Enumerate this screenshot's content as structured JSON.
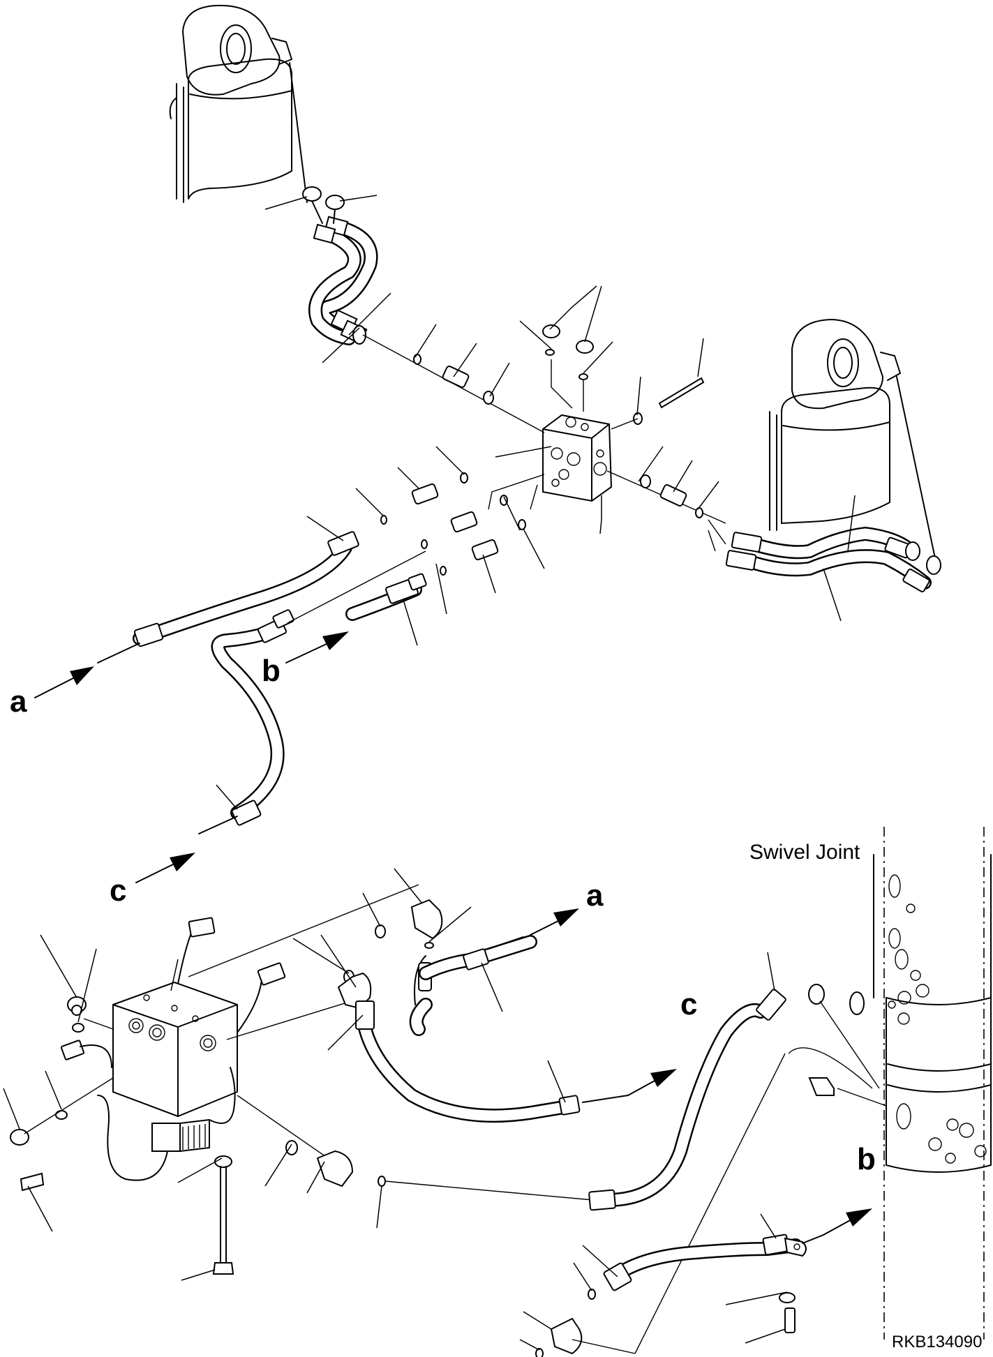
{
  "labels": {
    "swivel_joint": "Swivel Joint",
    "ref_code": "RKB134090",
    "port_a_left": "a",
    "port_b_left": "b",
    "port_c_left": "c",
    "port_a_right": "a",
    "port_c_right": "c",
    "port_b_right": "b"
  }
}
